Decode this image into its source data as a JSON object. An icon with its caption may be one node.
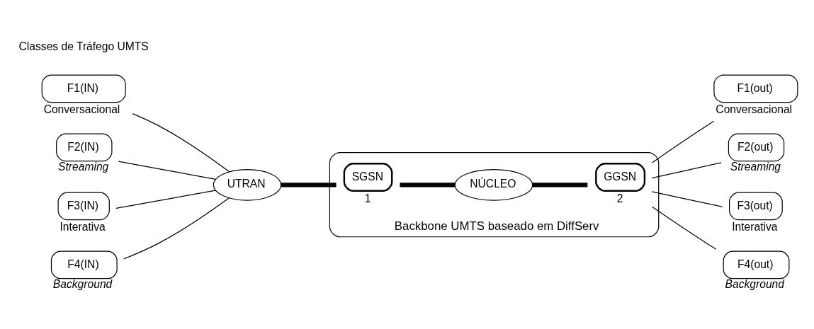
{
  "diagram": {
    "nodes": [
      {
        "text": [
          "F1(IN)"
        ],
        "beside": [
          "Conversacional"
        ]
      },
      {
        "text": [
          "F2(IN)"
        ],
        "beside": [
          "Streaming"
        ]
      },
      {
        "text": [
          "F3(IN)"
        ],
        "beside": [
          "Interativa"
        ]
      },
      {
        "text": [
          "F4(IN)"
        ],
        "beside": [
          "Background"
        ]
      },
      {
        "text": [
          "UTRAN"
        ]
      },
      {
        "text": [
          "Backbone UMTS baseado em DiffServ"
        ]
      },
      {
        "text": [
          "SGSN"
        ],
        "in": 5,
        "beside": [
          "1"
        ]
      },
      {
        "text": [
          "NÚCLEO"
        ],
        "in": 5
      },
      {
        "text": [
          "GGSN"
        ],
        "in": 5,
        "beside": [
          "2"
        ]
      },
      {
        "text": [
          "F1(out)"
        ],
        "beside": [
          "Conversacional"
        ]
      },
      {
        "text": [
          "F2(out)"
        ],
        "beside": [
          "Streaming"
        ]
      },
      {
        "text": [
          "F3(out)"
        ],
        "beside": [
          "Interativa"
        ]
      },
      {
        "text": [
          "F4(out)"
        ],
        "beside": [
          "Background"
        ]
      }
    ],
    "edges": [
      {
        "from": 0,
        "to": 4,
        "arrow": "none"
      },
      {
        "from": 1,
        "to": 4,
        "arrow": "none"
      },
      {
        "from": 2,
        "to": 4,
        "arrow": "none"
      },
      {
        "from": 3,
        "to": 4,
        "arrow": "none"
      },
      {
        "from": 4,
        "to": 6,
        "arrow": "none",
        "style": "thick"
      },
      {
        "from": 6,
        "to": 7,
        "arrow": "none",
        "style": "thick"
      },
      {
        "from": 7,
        "to": 8,
        "arrow": "none",
        "style": "thick"
      },
      {
        "from": 8,
        "to": 9,
        "arrow": "none"
      },
      {
        "from": 8,
        "to": 10,
        "arrow": "none"
      },
      {
        "from": 8,
        "to": 11,
        "arrow": "none"
      },
      {
        "from": 8,
        "to": 12,
        "arrow": "none"
      }
    ],
    "labels": [
      "Classes de Tráfego UMTS"
    ]
  }
}
